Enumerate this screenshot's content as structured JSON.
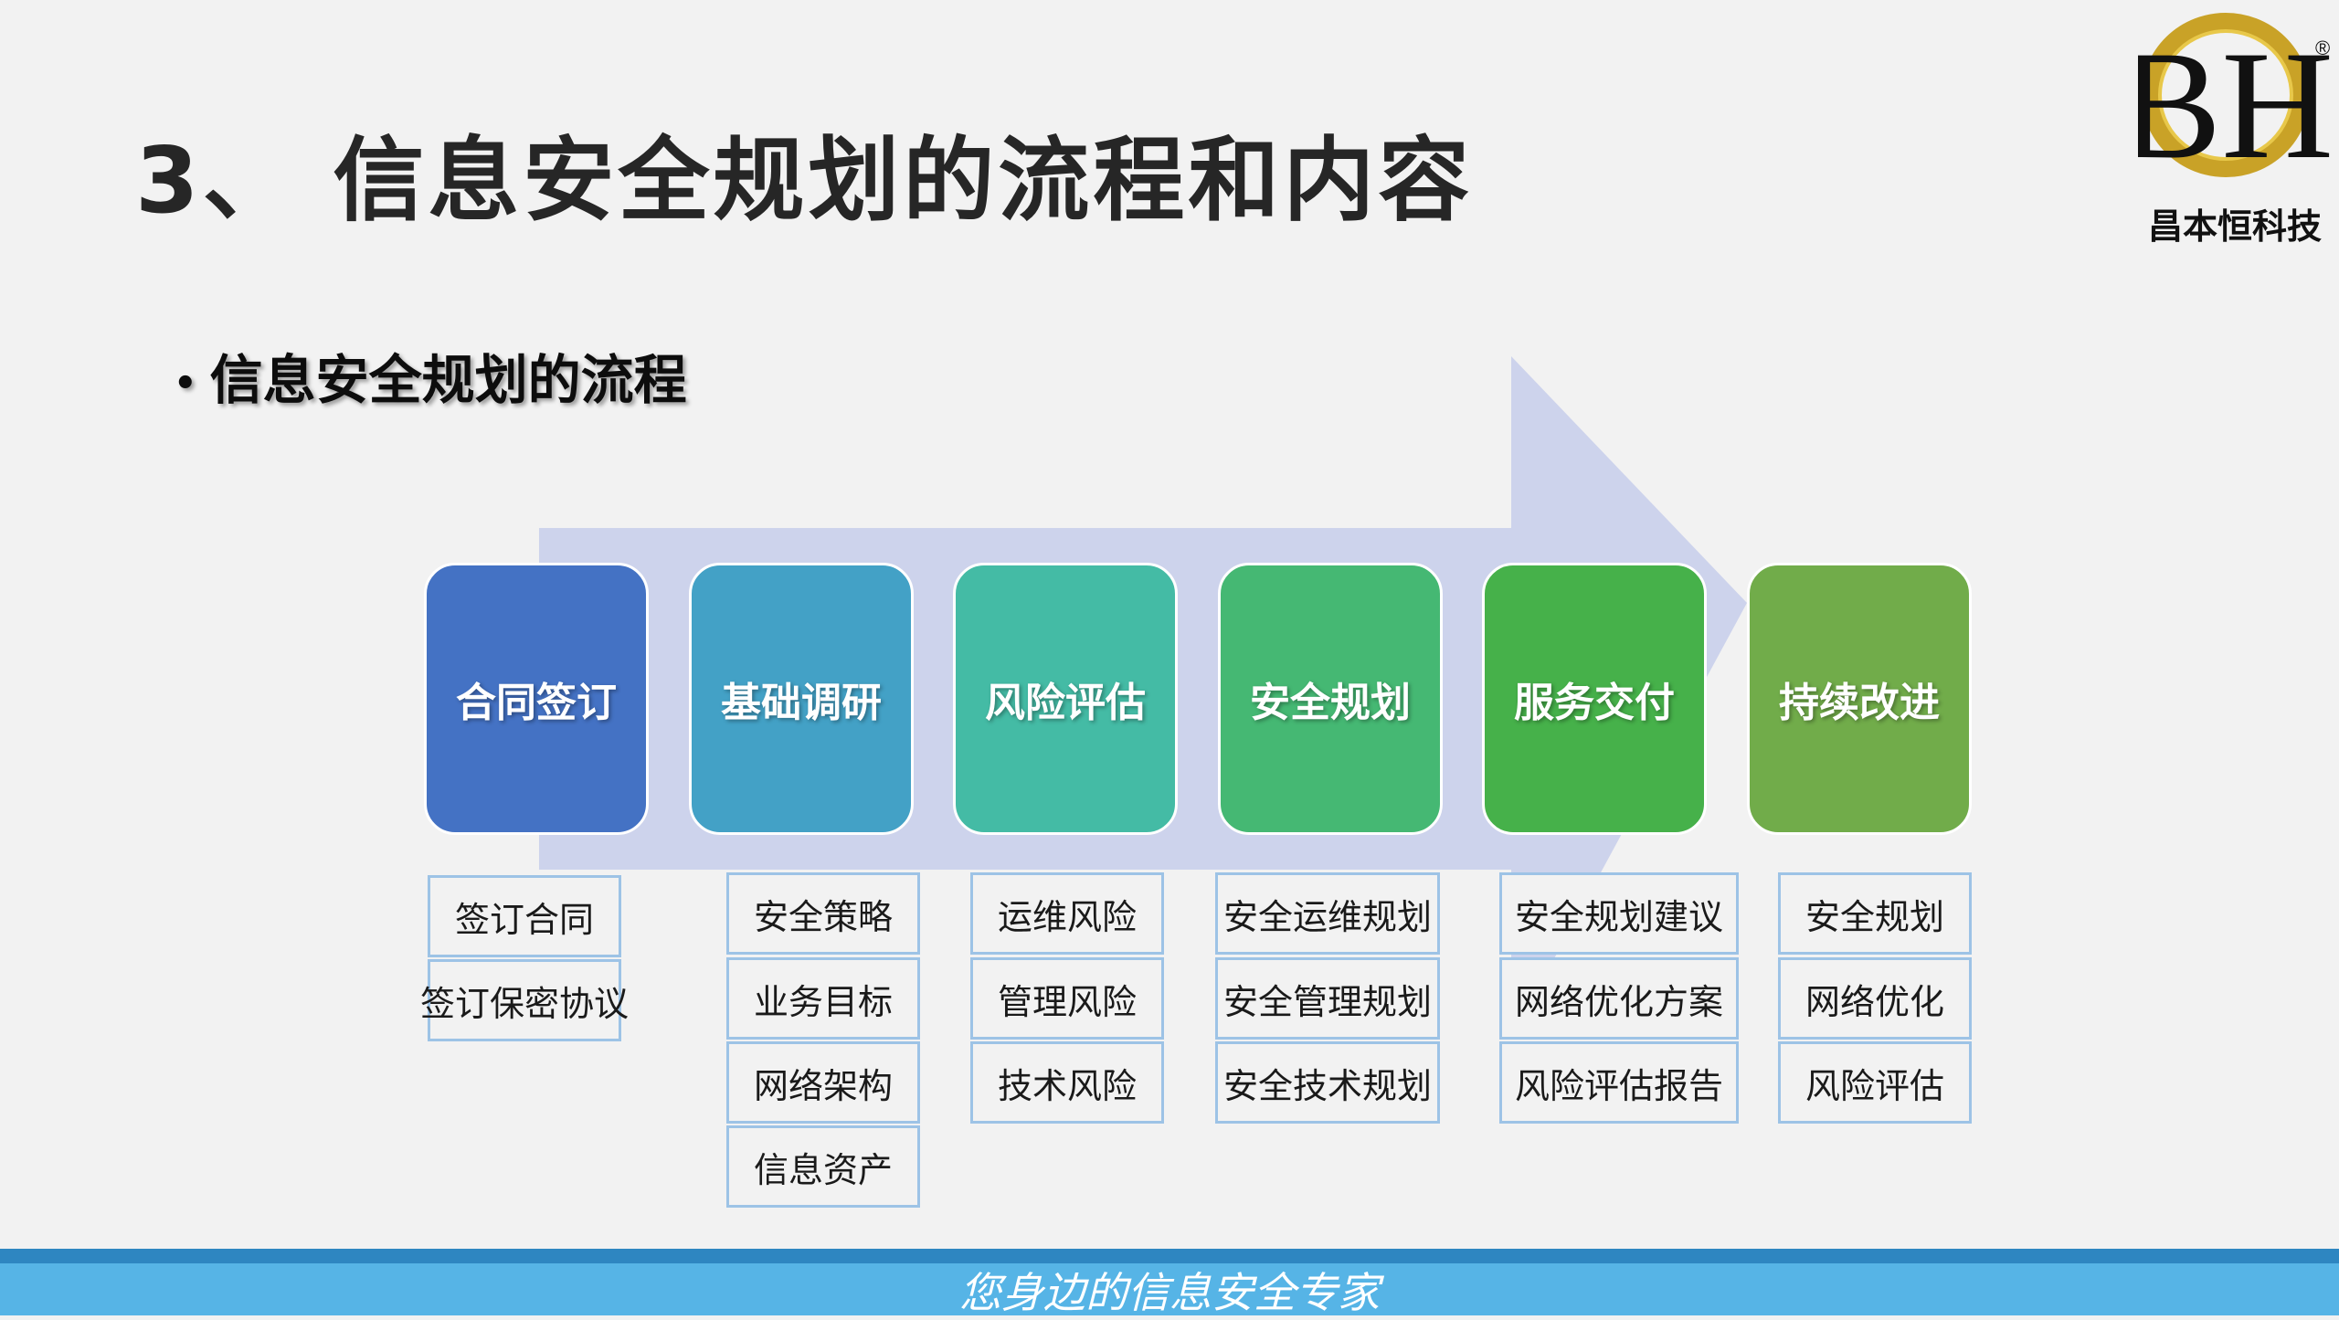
{
  "title": "3、 信息安全规划的流程和内容",
  "subtitle": {
    "bullet": "•",
    "text": "信息安全规划的流程"
  },
  "logo": {
    "letters": "BH",
    "registered": "®",
    "company": "昌本恒科技"
  },
  "stages": [
    {
      "label": "合同签订",
      "color": "#4472c4",
      "items": [
        "签订合同",
        "签订保密协议"
      ]
    },
    {
      "label": "基础调研",
      "color": "#43a1c6",
      "items": [
        "安全策略",
        "业务目标",
        "网络架构",
        "信息资产"
      ]
    },
    {
      "label": "风险评估",
      "color": "#44bba5",
      "items": [
        "运维风险",
        "管理风险",
        "技术风险"
      ]
    },
    {
      "label": "安全规划",
      "color": "#45b873",
      "items": [
        "安全运维规划",
        "安全管理规划",
        "安全技术规划"
      ]
    },
    {
      "label": "服务交付",
      "color": "#46b14a",
      "items": [
        "安全规划建议",
        "网络优化方案",
        "风险评估报告"
      ]
    },
    {
      "label": "持续改进",
      "color": "#71ac4a",
      "items": [
        "安全规划",
        "网络优化",
        "风险评估"
      ]
    }
  ],
  "footer": "您身边的信息安全专家",
  "colors": {
    "arrow": "#cdd3ec",
    "item_border": "#9dc3e6",
    "footer_bar": "#56b4e6",
    "footer_line": "#2e86c1"
  }
}
